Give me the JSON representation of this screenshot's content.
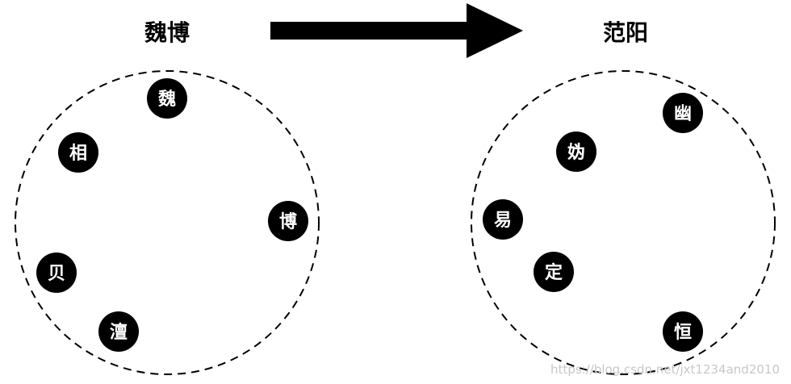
{
  "left_group": {
    "title": "魏博",
    "nodes": [
      {
        "label": "魏"
      },
      {
        "label": "相"
      },
      {
        "label": "博"
      },
      {
        "label": "贝"
      },
      {
        "label": "澶"
      }
    ]
  },
  "right_group": {
    "title": "范阳",
    "nodes": [
      {
        "label": "幽"
      },
      {
        "label": "妫"
      },
      {
        "label": "易"
      },
      {
        "label": "定"
      },
      {
        "label": "恒"
      }
    ]
  },
  "watermark": "https://blog.csdn.net/jxt1234and2010",
  "colors": {
    "node_fill": "#000000",
    "node_text": "#ffffff",
    "line": "#000000",
    "watermark": "#c8c8c8"
  }
}
